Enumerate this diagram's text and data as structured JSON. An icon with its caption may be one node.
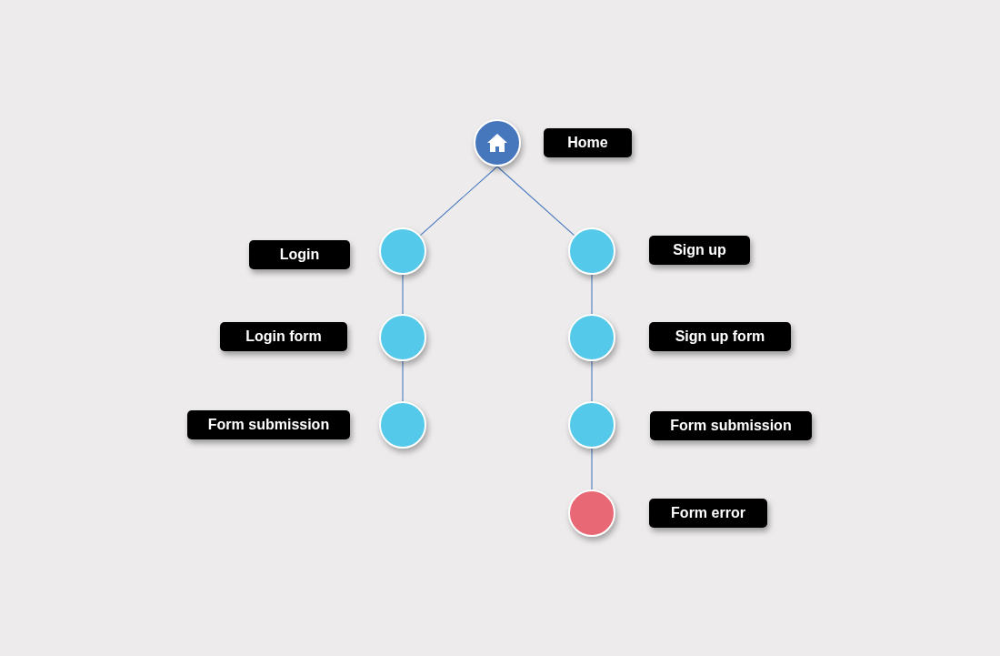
{
  "diagram": {
    "nodes": [
      {
        "text": [],
        "shape": "circle"
      },
      {
        "text": [
          "Home"
        ]
      },
      {
        "text": [
          "Login"
        ]
      },
      {
        "text": [],
        "shape": "circle"
      },
      {
        "text": [],
        "shape": "circle"
      },
      {
        "text": [
          "Sign up"
        ]
      },
      {
        "text": [
          "Login form"
        ]
      },
      {
        "text": [],
        "shape": "circle"
      },
      {
        "text": [],
        "shape": "circle"
      },
      {
        "text": [
          "Sign up form"
        ]
      },
      {
        "text": [
          "Form submission"
        ]
      },
      {
        "text": [],
        "shape": "circle"
      },
      {
        "text": [],
        "shape": "circle"
      },
      {
        "text": [
          "Form submission"
        ]
      },
      {
        "text": [],
        "shape": "circle"
      },
      {
        "text": [
          "Form error"
        ]
      }
    ],
    "edges": [
      {
        "from": 0,
        "to": 3,
        "arrow": "none"
      },
      {
        "from": 0,
        "to": 4,
        "arrow": "none"
      },
      {
        "from": 3,
        "to": 7,
        "arrow": "none"
      },
      {
        "from": 7,
        "to": 11,
        "arrow": "none"
      },
      {
        "from": 4,
        "to": 8,
        "arrow": "none"
      },
      {
        "from": 8,
        "to": 12,
        "arrow": "none"
      },
      {
        "from": 12,
        "to": 14,
        "arrow": "none"
      }
    ]
  }
}
